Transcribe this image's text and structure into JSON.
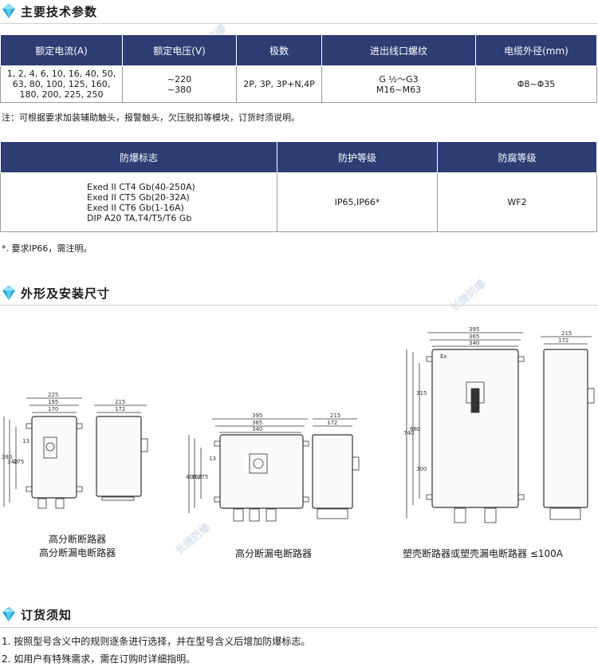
{
  "sections": {
    "tech_params": "主要技术参数",
    "dimensions": "外形及安装尺寸",
    "ordering": "订货须知"
  },
  "table1": {
    "headers": [
      "额定电流(A)",
      "额定电压(V)",
      "极数",
      "进出线口螺纹",
      "电缆外径(mm)"
    ],
    "current_lines": [
      "1, 2, 4, 6, 10, 16, 40, 50,",
      "63, 80, 100, 125, 160,",
      "180, 200, 225, 250"
    ],
    "voltage_lines": [
      "~220",
      "~380"
    ],
    "poles": "2P, 3P, 3P+N,4P",
    "thread_lines": [
      "G ½～G3",
      "M16~M63"
    ],
    "cable": "Φ8~Φ35"
  },
  "note1": "注：可根据要求加装辅助触头，报警触头，欠压脱扣等模块，订货时须说明。",
  "table2": {
    "headers": [
      "防爆标志",
      "防护等级",
      "防腐等级"
    ],
    "ex_lines": [
      "Exed II CT4 Gb(40-250A)",
      "Exed II CT5 Gb(20-32A)",
      "Exed II CT6 Gb(1-16A)",
      "DIP A20 TA,T4/T5/T6 Gb"
    ],
    "ip": "IP65,IP66*",
    "wf": "WF2"
  },
  "note2": "*. 要求IP66，需注明。",
  "captions": {
    "small_1": "高分断断路器",
    "small_2": "高分断漏电断路器",
    "medium": "高分断漏电断路器",
    "large": "塑壳断路器或塑壳漏电断路器  ≤100A"
  },
  "dims": {
    "small": {
      "w": [
        "225",
        "195",
        "170"
      ],
      "h": [
        "380",
        "340",
        "275"
      ],
      "side": [
        "215",
        "172"
      ],
      "m": "13"
    },
    "medium": {
      "w": [
        "395",
        "365",
        "340"
      ],
      "h": [
        "400",
        "360",
        "275"
      ],
      "side": [
        "215",
        "172"
      ],
      "m": "13"
    },
    "large": {
      "w": [
        "395",
        "365",
        "340"
      ],
      "h": [
        "740",
        "680",
        "315",
        "300"
      ],
      "side": [
        "215",
        "172"
      ],
      "ex": "Ex"
    }
  },
  "ordering": [
    "1. 按照型号含义中的规则逐条进行选择，并在型号含义后增加防爆标志。",
    "2. 如用户有特殊需求，需在订购时详细指明。"
  ],
  "watermark": "长捷防爆",
  "colors": {
    "header_bg": "#2b3d73",
    "gem": "#1aa3d9"
  }
}
